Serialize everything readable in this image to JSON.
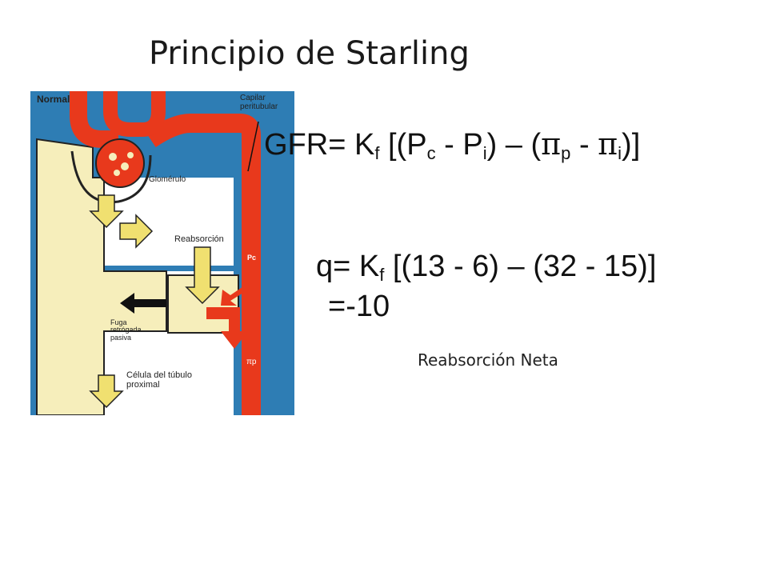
{
  "title": "Principio de Starling",
  "diagram": {
    "labels": {
      "normal": "Normal",
      "capilar": "Capilar peritubular",
      "glomerulo": "Glomérulo",
      "reabsorcion": "Reabsorción",
      "fuga": "Fuga retrógada pasiva",
      "celula": "Célula del túbulo proximal",
      "pc": "Pc",
      "pip": "πp"
    },
    "colors": {
      "tubule": "#f6eebb",
      "vessel": "#e8391c",
      "background": "#2e7db4",
      "arrow": "#f0e070"
    }
  },
  "formula1": {
    "lhs": "GFR= K",
    "kf_sub": "f",
    "open": "[(P",
    "pc_sub": "c",
    "minus1": "-",
    "pi_letter": "P",
    "pi_sub": "i",
    "mid": ") – (",
    "pip_sym": "π",
    "pip_sub": "p",
    "minus2": "-",
    "pii_sym": "π",
    "pii_sub": "i",
    "close": ")]"
  },
  "formula2": {
    "lhs": "q= K",
    "kf_sub": "f",
    "rest": "[(13  -  6)  – (32 - 15)]",
    "result": "=-10"
  },
  "net_label": "Reabsorción Neta"
}
